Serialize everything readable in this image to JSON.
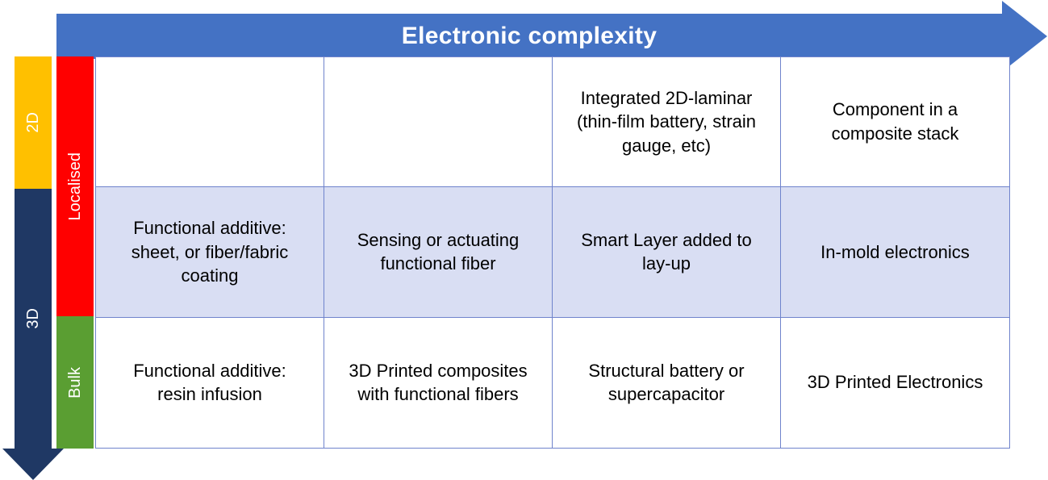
{
  "title": "Electronic complexity",
  "y_axis": {
    "outer": [
      {
        "label": "2D"
      },
      {
        "label": "3D"
      }
    ],
    "inner": [
      {
        "label": "Localised"
      },
      {
        "label": "Bulk"
      }
    ]
  },
  "grid": {
    "rows": [
      {
        "cells": [
          "",
          "",
          "Integrated 2D-laminar (thin-film battery, strain gauge, etc)",
          "Component in a composite stack"
        ]
      },
      {
        "cells": [
          "Functional additive: sheet, or fiber/fabric coating",
          "Sensing or actuating functional fiber",
          "Smart Layer added to lay-up",
          "In-mold electronics"
        ]
      },
      {
        "cells": [
          "Functional additive: resin infusion",
          "3D Printed composites with functional fibers",
          "Structural battery or supercapacitor",
          "3D Printed Electronics"
        ]
      }
    ]
  },
  "colors": {
    "x_arrow": "#4472C4",
    "axis_2d": "#FFC000",
    "axis_3d": "#1F3864",
    "localised": "#FF0000",
    "bulk": "#5A9E32",
    "row_highlight": "#D9DEF3",
    "grid_border": "#6F83CC"
  }
}
